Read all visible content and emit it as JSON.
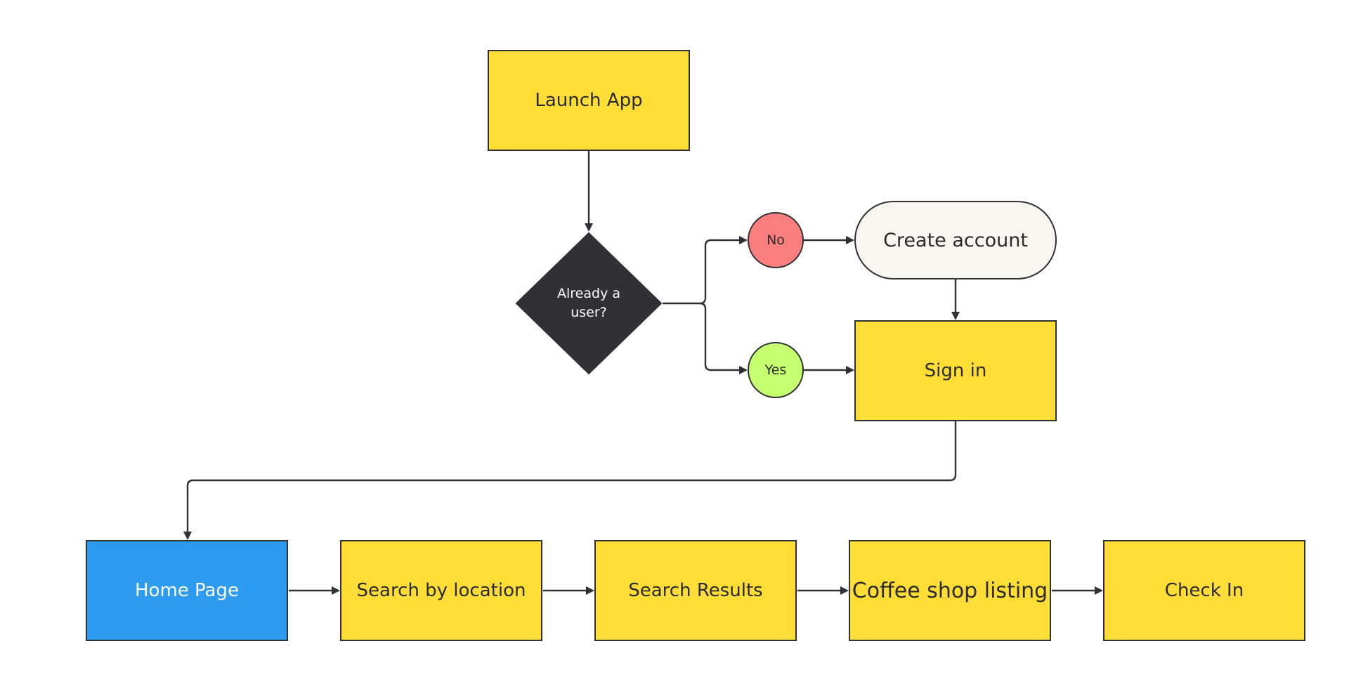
{
  "diagram": {
    "nodes": {
      "launch_app": "Launch App",
      "already_user": "Already a\nuser?",
      "no": "No",
      "yes": "Yes",
      "create_account": "Create account",
      "sign_in": "Sign in",
      "home_page": "Home Page",
      "search_by_location": "Search by location",
      "search_results": "Search Results",
      "coffee_shop_listing": "Coffee shop listing",
      "check_in": "Check In"
    },
    "colors": {
      "process_fill": "#fedd36",
      "home_fill": "#2d9bf0",
      "decision_fill": "#2f3136",
      "no_fill": "#fb7e7e",
      "yes_fill": "#c5fe6f",
      "terminal_fill": "#f8f5ef",
      "stroke": "#2f3136"
    }
  }
}
